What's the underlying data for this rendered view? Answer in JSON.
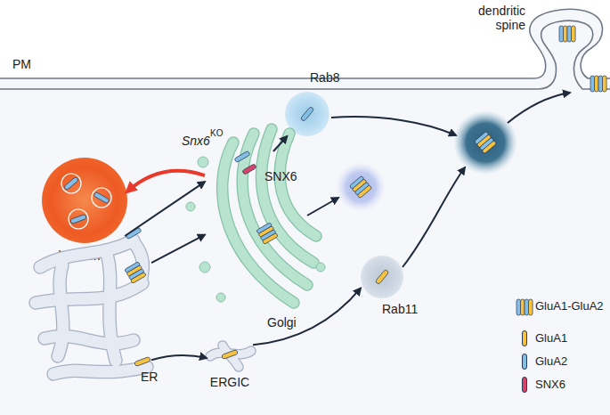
{
  "diagram": {
    "nodes": [
      {
        "text": [
          "Rab8"
        ]
      },
      {
        "text": [
          "lysosome"
        ]
      },
      {
        "text": [
          "Golgi"
        ]
      },
      {
        "text": [
          "Rab11"
        ]
      },
      {
        "text": [
          "ER"
        ]
      },
      {
        "text": [
          "ERGIC"
        ]
      }
    ],
    "edges": [
      {
        "from": 2,
        "to": 1,
        "arrow": "to"
      },
      {
        "from": 2,
        "to": 0,
        "arrow": "to"
      },
      {
        "from": 4,
        "to": 2,
        "arrow": "to"
      },
      {
        "from": 4,
        "to": 2,
        "arrow": "to"
      },
      {
        "from": 4,
        "to": 5,
        "arrow": "to"
      },
      {
        "from": 5,
        "to": 3,
        "arrow": "to"
      }
    ],
    "labels": [
      "PM",
      "dendritic spine",
      "Snx6",
      "KO",
      "SNX6"
    ],
    "legend": [
      {
        "text": "GluA1-GluA2"
      },
      {
        "text": "GluA1",
        "color": "#f5c242"
      },
      {
        "text": "GluA2",
        "color": "#84bde6"
      },
      {
        "text": "SNX6",
        "color": "#d8436a"
      }
    ]
  }
}
